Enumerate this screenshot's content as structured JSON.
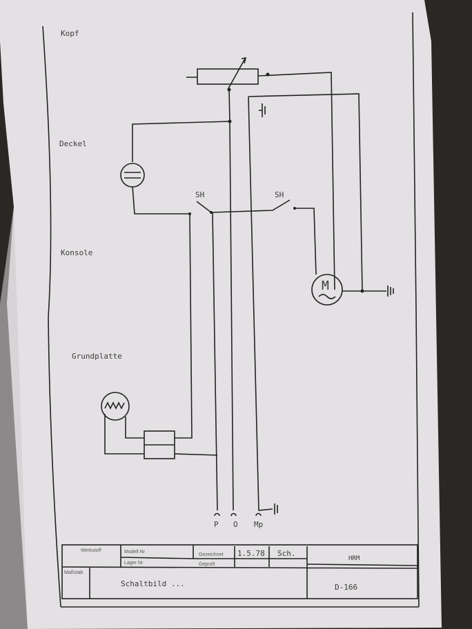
{
  "sections": {
    "kopf": "Kopf",
    "deckel": "Deckel",
    "konsole": "Konsole",
    "grundplatte": "Grundplatte"
  },
  "components": {
    "switch_left": "SH",
    "switch_right": "SH",
    "motor": "M"
  },
  "terminals": {
    "p": "P",
    "o": "O",
    "mp": "Mp"
  },
  "title_block": {
    "werkstoff": "Werkstoff",
    "modell_nr": "Modell Nr",
    "lager_nr": "Lager Nr",
    "gezeichnet": "Gezeichnet",
    "date": "1.5.78",
    "drawn_by": "Sch.",
    "geprueft": "Geprüft",
    "massstab": "Maßstab",
    "title": "Schaltbild ...",
    "company": "HRM",
    "drawing_no": "D-166"
  },
  "colors": {
    "paper": "#e4e1e4",
    "ink": "#222222",
    "background": "#2a2724"
  }
}
